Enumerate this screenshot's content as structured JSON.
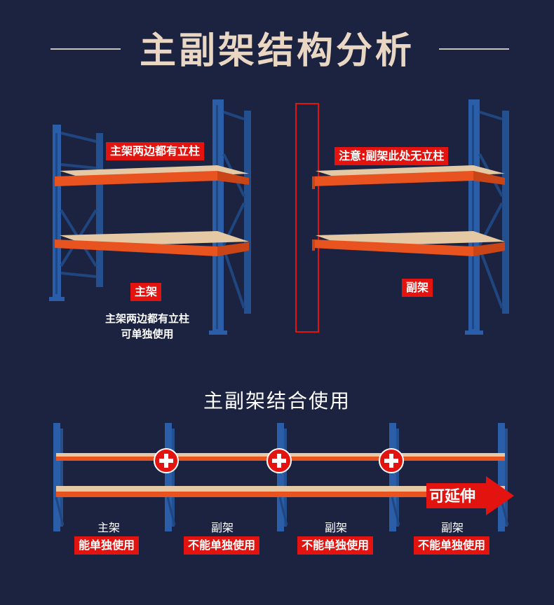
{
  "header": {
    "title": "主副架结构分析"
  },
  "top_left": {
    "tag": "主架两边都有立柱",
    "main_label": "主架",
    "desc_line1": "主架两边都有立柱",
    "desc_line2": "可单独使用"
  },
  "top_right": {
    "tag": "注意:副架此处无立柱",
    "sub_label": "副架"
  },
  "combo": {
    "subtitle": "主副架结合使用",
    "extend_label": "可延伸",
    "sections": [
      {
        "name": "主架",
        "tag": "能单独使用"
      },
      {
        "name": "副架",
        "tag": "不能单独使用"
      },
      {
        "name": "副架",
        "tag": "不能单独使用"
      },
      {
        "name": "副架",
        "tag": "不能单独使用"
      }
    ]
  },
  "colors": {
    "background": "#1c2340",
    "upright": "#2a5ea8",
    "beam": "#e8531f",
    "deck": "#e5c9a5",
    "tag_red": "#e3130f"
  }
}
